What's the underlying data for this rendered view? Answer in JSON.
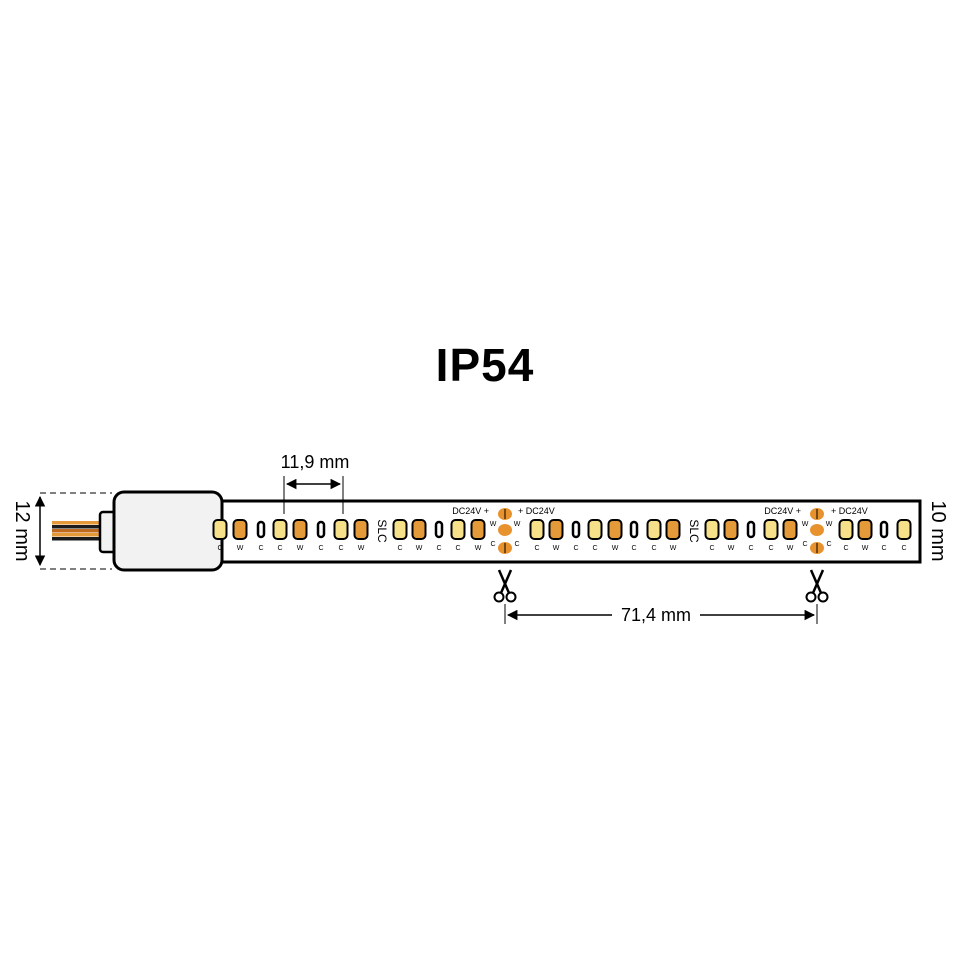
{
  "title": "IP54",
  "dimensions": {
    "pitch": "11,9 mm",
    "cut_length": "71,4 mm",
    "total_height": "12 mm",
    "strip_width": "10 mm"
  },
  "pcb_labels": {
    "dc_left": "DC24V +",
    "dc_right": "+ DC24V",
    "brand": "SLC"
  },
  "led_labels": {
    "cold": "C",
    "warm": "W"
  },
  "colors": {
    "cold_led": "#f7e08a",
    "warm_led": "#e59a3a",
    "pad": "#e8922e",
    "outline": "#000000",
    "housing": "#f2f2f2"
  },
  "icons": {
    "cut_mark": "scissors-icon"
  }
}
